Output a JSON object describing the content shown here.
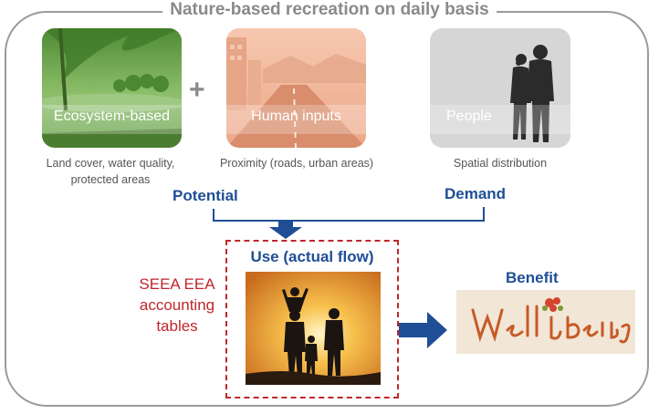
{
  "title": "Nature-based recreation on daily basis",
  "tiles": [
    {
      "label": "Ecosystem-based",
      "caption": "Land cover, water quality, protected areas"
    },
    {
      "label": "Human inputs",
      "caption": "Proximity (roads, urban areas)"
    },
    {
      "label": "People",
      "caption": "Spatial distribution"
    }
  ],
  "plus": "+",
  "potential": "Potential",
  "demand": "Demand",
  "use_title": "Use (actual flow)",
  "seea": [
    "SEEA EEA",
    "accounting",
    "tables"
  ],
  "benefit": "Benefit",
  "colors": {
    "blue": "#1f4e96",
    "red": "#c0262c",
    "grey": "#8a8a8a"
  }
}
